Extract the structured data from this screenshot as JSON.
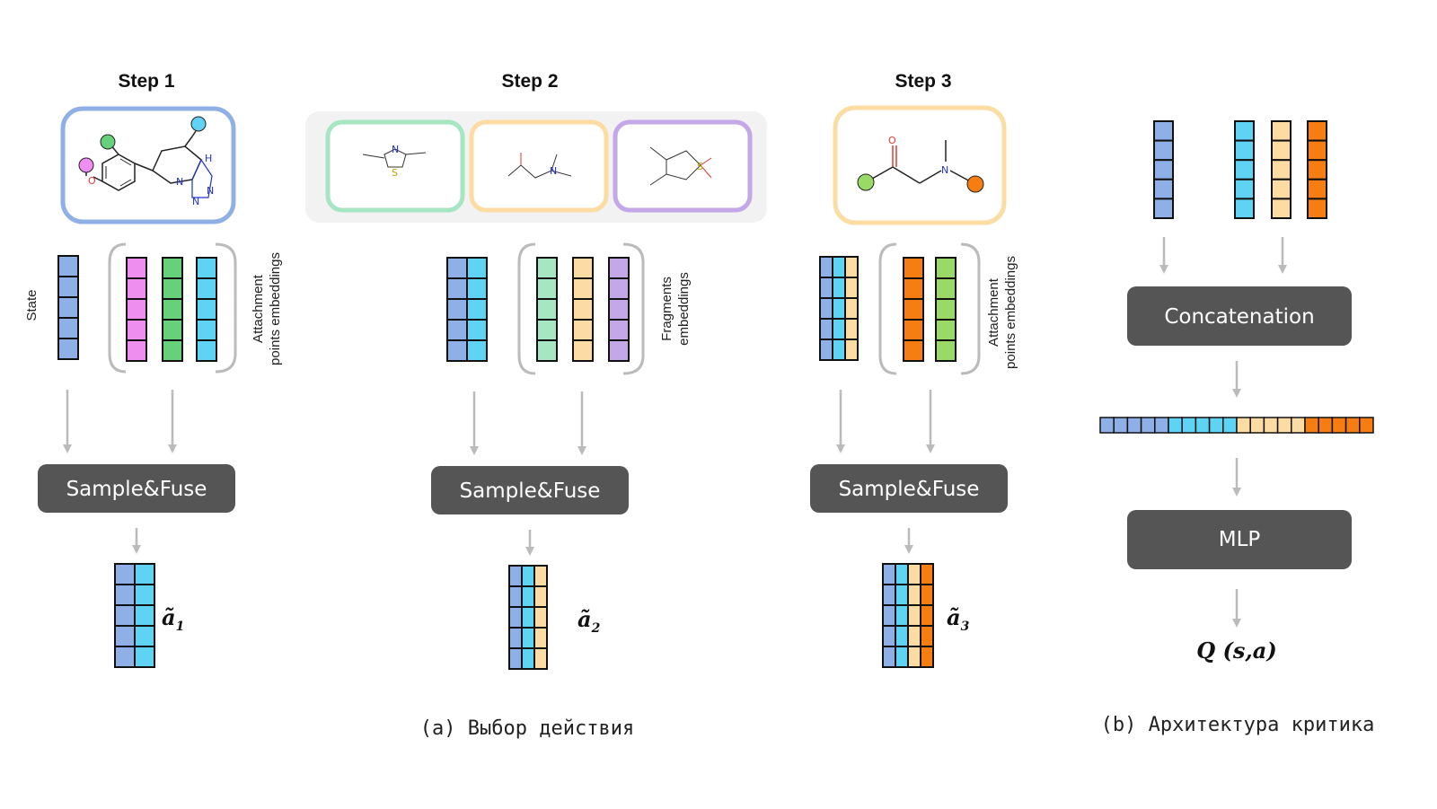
{
  "colors": {
    "blue": "#8fb0e6",
    "cyan": "#5fd3f3",
    "pink": "#ee8ff0",
    "green": "#66d17a",
    "mint": "#a6e6c3",
    "peach": "#fcdca2",
    "lavender": "#c3a7e6",
    "orange": "#f57d12",
    "lime": "#99d966",
    "dark_box": "#555555",
    "arrow": "#bbbbbb",
    "frame_blue": "#8fb0e6",
    "frame_green": "#a6e6c3",
    "frame_peach": "#fcdca2",
    "frame_purple": "#c3a7e6"
  },
  "steps": [
    {
      "title": "Step 1",
      "state_label": "State",
      "embedding_label": [
        "Attachment",
        "points embeddings"
      ],
      "box_label": "Sample&Fuse",
      "output": {
        "symbol": "ã",
        "subscript": "1"
      }
    },
    {
      "title": "Step 2",
      "embedding_label": [
        "Fragments",
        "embeddings"
      ],
      "box_label": "Sample&Fuse",
      "output": {
        "symbol": "ã",
        "subscript": "2"
      }
    },
    {
      "title": "Step 3",
      "embedding_label": [
        "Attachment",
        "points embeddings"
      ],
      "box_label": "Sample&Fuse",
      "output": {
        "symbol": "ã",
        "subscript": "3"
      }
    }
  ],
  "critic": {
    "concat_label": "Concatenation",
    "mlp_label": "MLP",
    "output": "Q (s,a)"
  },
  "captions": {
    "a": "(a) Выбор действия",
    "b": "(b) Архитектура критика"
  },
  "molecule_atoms": {
    "oxygen": "O",
    "nitrogen": "N",
    "sulfur": "S",
    "nh": "H"
  }
}
